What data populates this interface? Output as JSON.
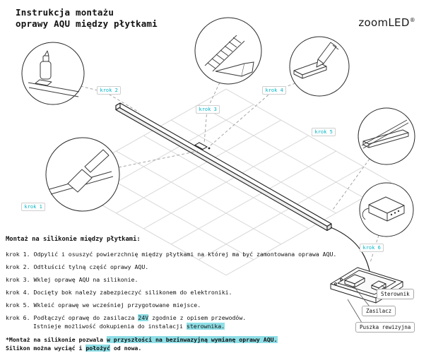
{
  "header": {
    "title_line1": "Instrukcja montażu",
    "title_line2": "oprawy AQU między płytkami",
    "logo": "zoomLED",
    "logo_reg": "®"
  },
  "colors": {
    "accent": "#00b4c6",
    "highlight_bg": "#8fdfe7",
    "grid_line": "#d8d8d8",
    "line_art": "#1d1d1d"
  },
  "diagram": {
    "step_tags": {
      "k1": "krok 1",
      "k2": "krok 2",
      "k3": "krok 3",
      "k4": "krok 4",
      "k5": "krok 5",
      "k6": "krok 6"
    },
    "box_labels": {
      "sterownik": "Sterownik",
      "zasilacz": "Zasilacz",
      "puszka": "Puszka rewizyjna"
    }
  },
  "instructions": {
    "heading": "Montaż na silikonie między płytkami:",
    "steps": [
      {
        "label": "krok 1.",
        "text": "Odpylić i osuszyć powierzchnię między płytkami na której ma być zamontowana oprawa AQU."
      },
      {
        "label": "krok 2.",
        "text": "Odtłuścić tylną część oprawy AQU."
      },
      {
        "label": "krok 3.",
        "text": "Wklej oprawę AQU na silikonie."
      },
      {
        "label": "krok 4.",
        "text": "Docięty bok należy zabezpieczyć silikonem do elektroniki."
      },
      {
        "label": "krok 5.",
        "text": "Wkleić oprawę we wcześniej przygotowane miejsce."
      },
      {
        "label": "krok 6.",
        "pre": "Podłączyć oprawę do zasilacza ",
        "hl": "24V",
        "post": " zgodnie z opisem przewodów.",
        "line2_pre": "Istnieje możliwość dokupienia do instalacji ",
        "line2_hl": "sterownika."
      }
    ],
    "note": {
      "line1_pre": "*Montaż na silikonie pozwala ",
      "line1_hl": "w przyszłości na bezinwazyjną wymianę oprawy AQU.",
      "line2_pre": "Silikon można wyciąć i ",
      "line2_hl": "położyć",
      "line2_post": " od nowa."
    }
  }
}
